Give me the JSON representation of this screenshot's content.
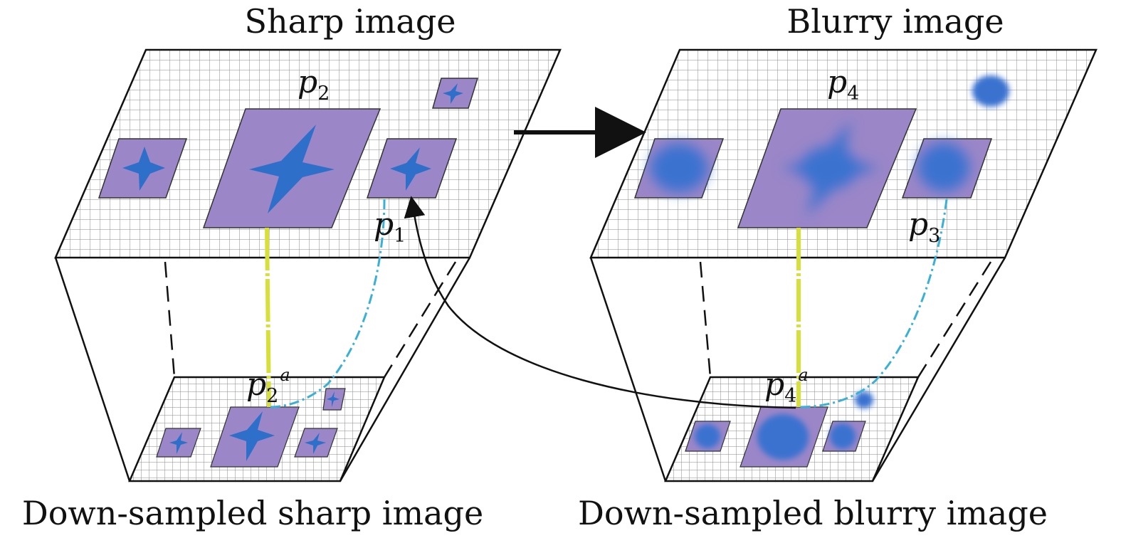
{
  "captions": {
    "top_left": "Sharp image",
    "top_right": "Blurry image",
    "bottom_left": "Down-sampled sharp image",
    "bottom_right": "Down-sampled blurry image"
  },
  "labels": {
    "p1": {
      "base": "p",
      "sub": "1"
    },
    "p2": {
      "base": "p",
      "sub": "2"
    },
    "p3": {
      "base": "p",
      "sub": "3"
    },
    "p4": {
      "base": "p",
      "sub": "4"
    },
    "p2a": {
      "base": "p",
      "sub": "2",
      "sup": "a"
    },
    "p4a": {
      "base": "p",
      "sub": "4",
      "sup": "a"
    }
  },
  "colors": {
    "grid": "#8a8a8a",
    "patch_fill": "#9b86c8",
    "star": "#2e6fc9",
    "star_blur": "#3a72d0",
    "guide_yellow": "#d7e03a",
    "guide_cyan": "#3ab0d6",
    "outline": "#111111"
  }
}
